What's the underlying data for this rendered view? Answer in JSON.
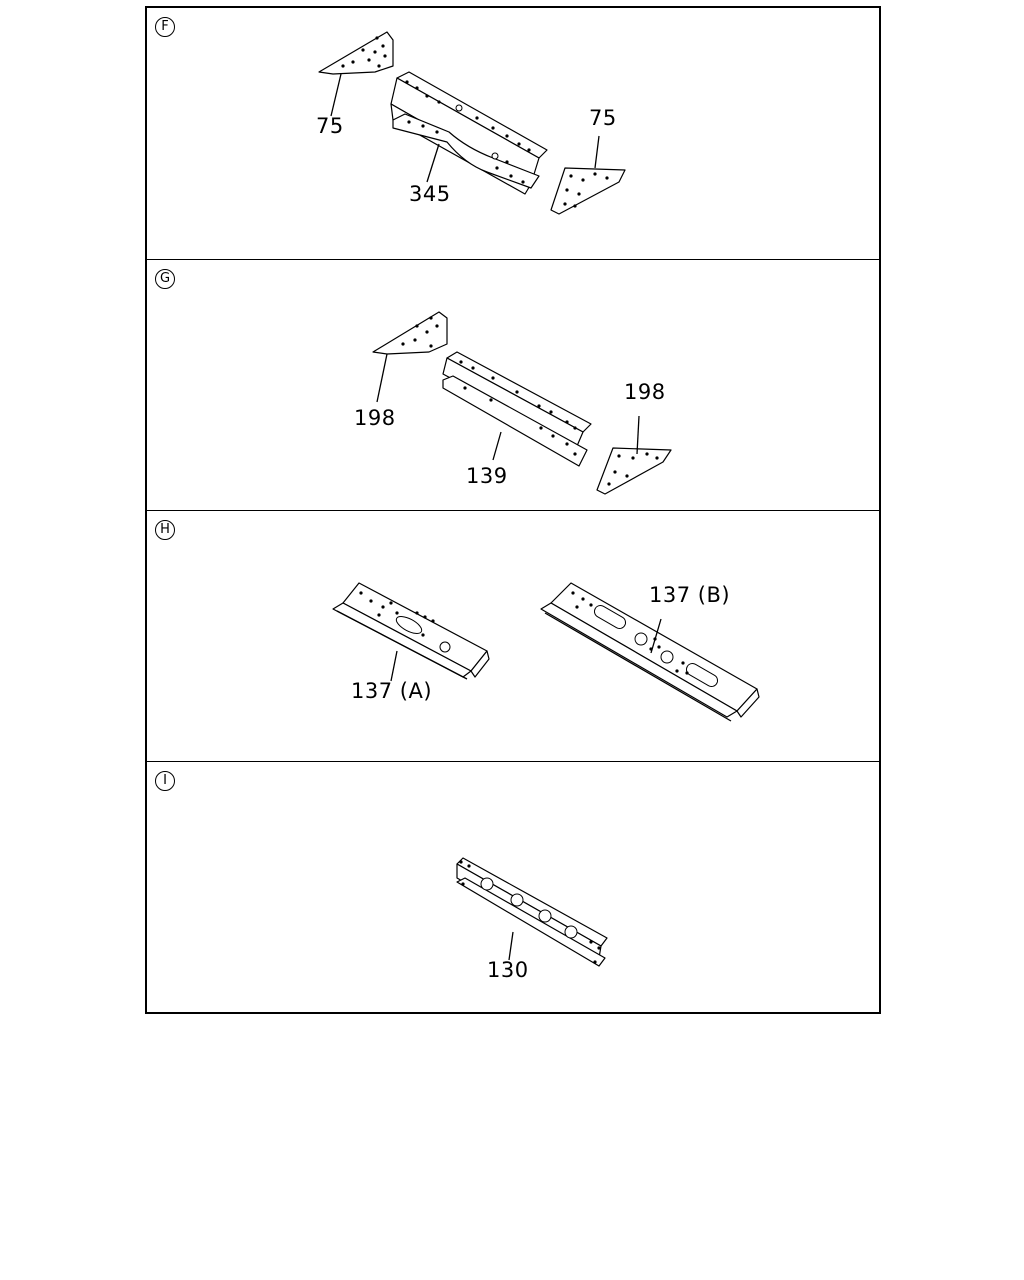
{
  "panels": [
    {
      "id": "F",
      "callouts": [
        {
          "text": "75"
        },
        {
          "text": "345"
        },
        {
          "text": "75"
        }
      ]
    },
    {
      "id": "G",
      "callouts": [
        {
          "text": "198"
        },
        {
          "text": "139"
        },
        {
          "text": "198"
        }
      ]
    },
    {
      "id": "H",
      "callouts": [
        {
          "text": "137 (A)"
        },
        {
          "text": "137 (B)"
        }
      ]
    },
    {
      "id": "I",
      "callouts": [
        {
          "text": "130"
        }
      ]
    }
  ]
}
